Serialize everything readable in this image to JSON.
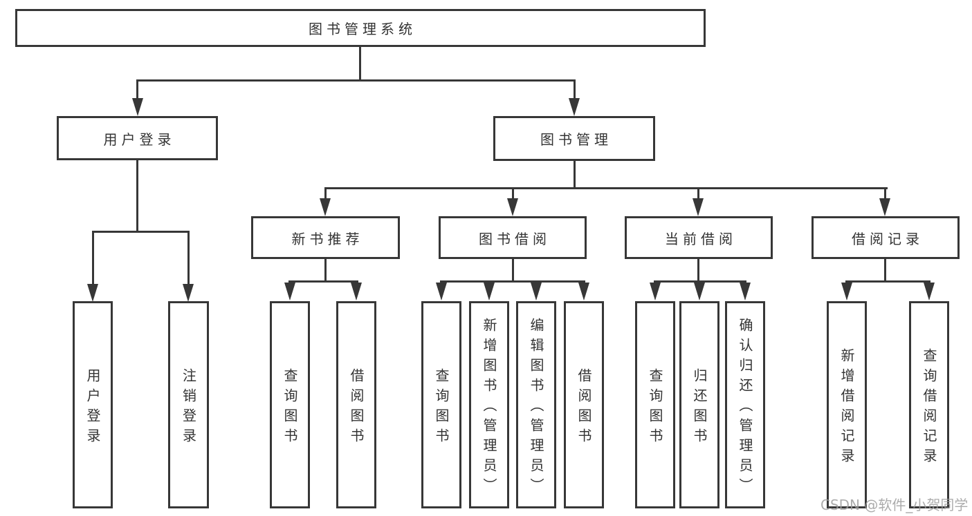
{
  "diagram_title": "图书管理系统",
  "tree": {
    "label": "图书管理系统",
    "children": [
      {
        "label": "用户登录",
        "children": [
          {
            "label": "用户登录"
          },
          {
            "label": "注销登录"
          }
        ]
      },
      {
        "label": "图书管理",
        "children": [
          {
            "label": "新书推荐",
            "children": [
              {
                "label": "查询图书"
              },
              {
                "label": "借阅图书"
              }
            ]
          },
          {
            "label": "图书借阅",
            "children": [
              {
                "label": "查询图书"
              },
              {
                "label": "新增图书（管理员）"
              },
              {
                "label": "编辑图书（管理员）"
              },
              {
                "label": "借阅图书"
              }
            ]
          },
          {
            "label": "当前借阅",
            "children": [
              {
                "label": "查询图书"
              },
              {
                "label": "归还图书"
              },
              {
                "label": "确认归还（管理员）"
              }
            ]
          },
          {
            "label": "借阅记录",
            "children": [
              {
                "label": "新增借阅记录"
              },
              {
                "label": "查询借阅记录"
              }
            ]
          }
        ]
      }
    ]
  },
  "watermark": {
    "text": "CSDN @软件_小贺同学"
  },
  "colors": {
    "line": "#373737",
    "text": "#333333",
    "background": "#ffffff",
    "watermark": "#9e9e9e"
  }
}
